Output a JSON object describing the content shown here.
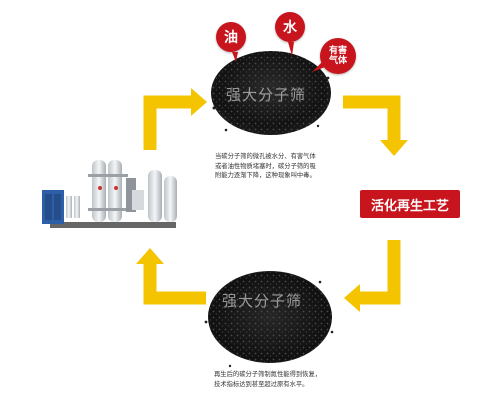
{
  "top": {
    "bubbles": [
      "油",
      "水",
      "有害气体"
    ],
    "watermark": "强大分子筛",
    "description": "当碳分子筛的微孔被水分、有害气体\n或者油性物质堵塞时，碳分子筛的吸\n附能力逐渐下降，这种现象叫中毒。"
  },
  "process": {
    "label": "活化再生工艺"
  },
  "bottom": {
    "watermark": "强大分子筛",
    "description": "再生后的碳分子筛制氮性能得到恢复，\n技术指标达到甚至超过原有水平。"
  },
  "colors": {
    "arrow": "#f5c400",
    "accent": "#c8141c"
  }
}
